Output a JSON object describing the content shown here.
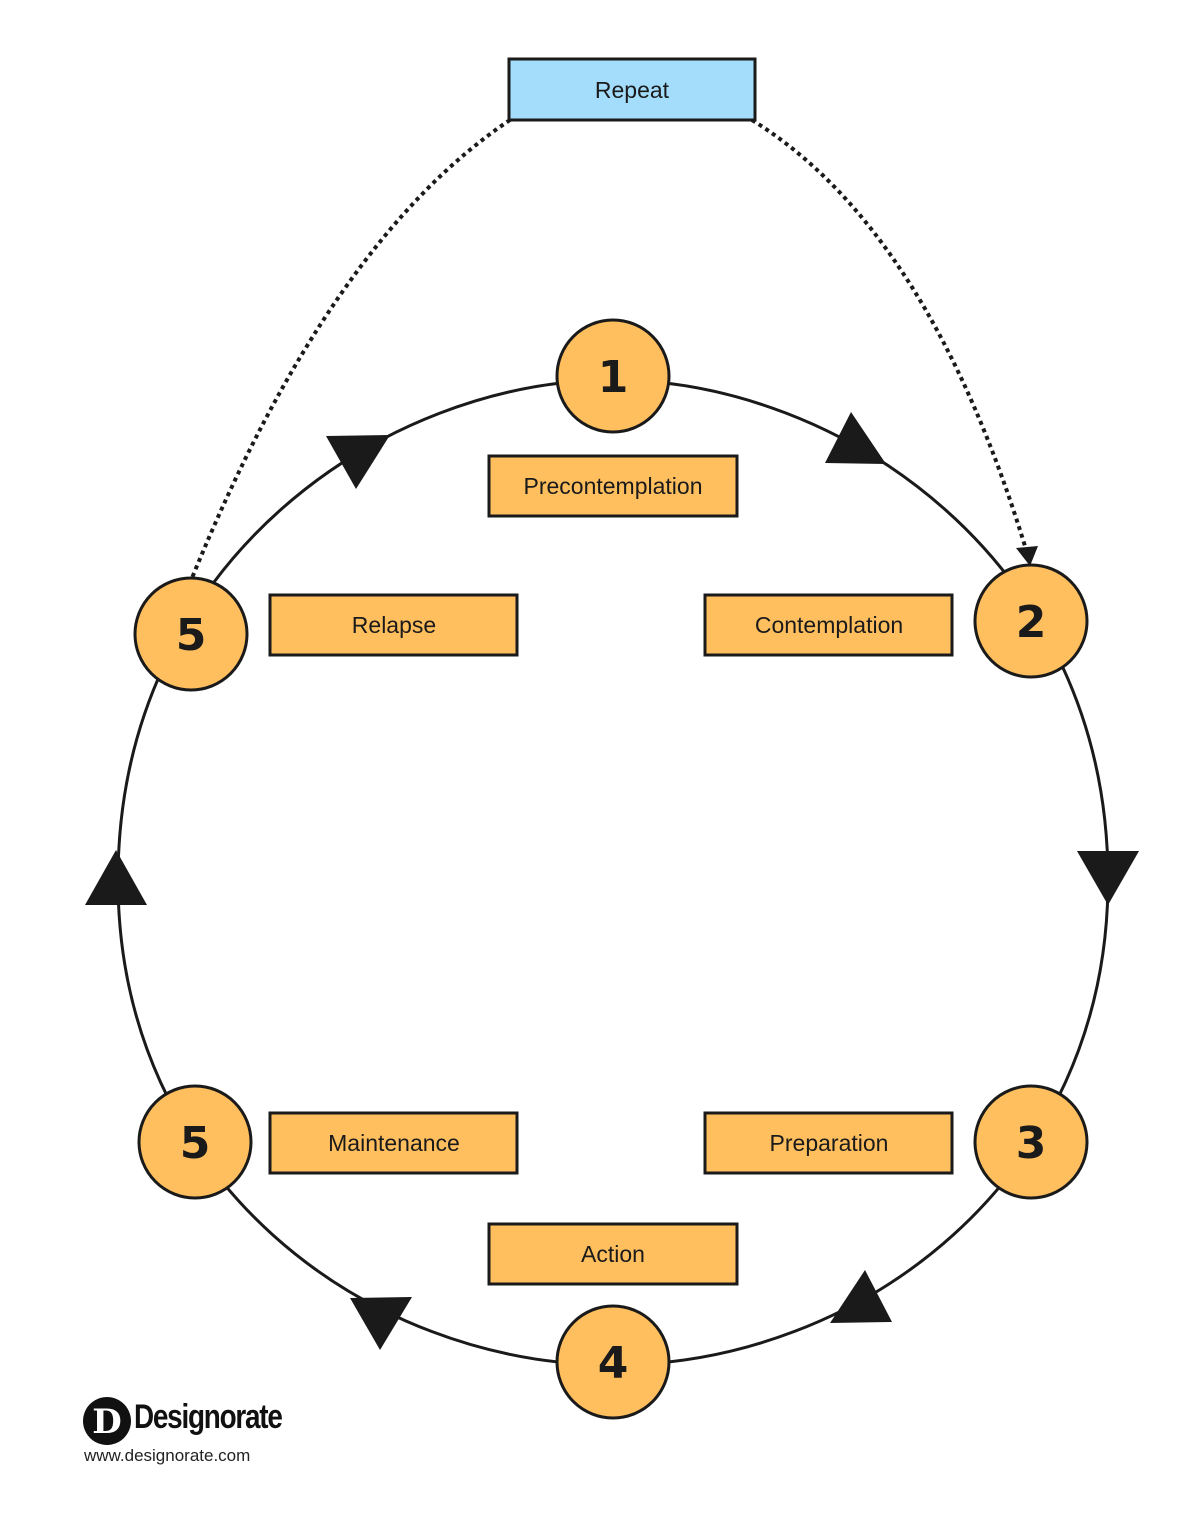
{
  "colors": {
    "node_fill": "#FFBF5E",
    "label_fill": "#FFBF5E",
    "repeat_fill": "#A3DDFB",
    "stroke": "#1a1a1a"
  },
  "repeat": {
    "label": "Repeat"
  },
  "stages": [
    {
      "number": "1",
      "label": "Precontemplation"
    },
    {
      "number": "2",
      "label": "Contemplation"
    },
    {
      "number": "3",
      "label": "Preparation"
    },
    {
      "number": "4",
      "label": "Action"
    },
    {
      "number": "5",
      "label": "Maintenance"
    },
    {
      "number": "5",
      "label": "Relapse"
    }
  ],
  "brand": {
    "name": "Designorate",
    "url": "www.designorate.com",
    "logo_letter": "D"
  }
}
